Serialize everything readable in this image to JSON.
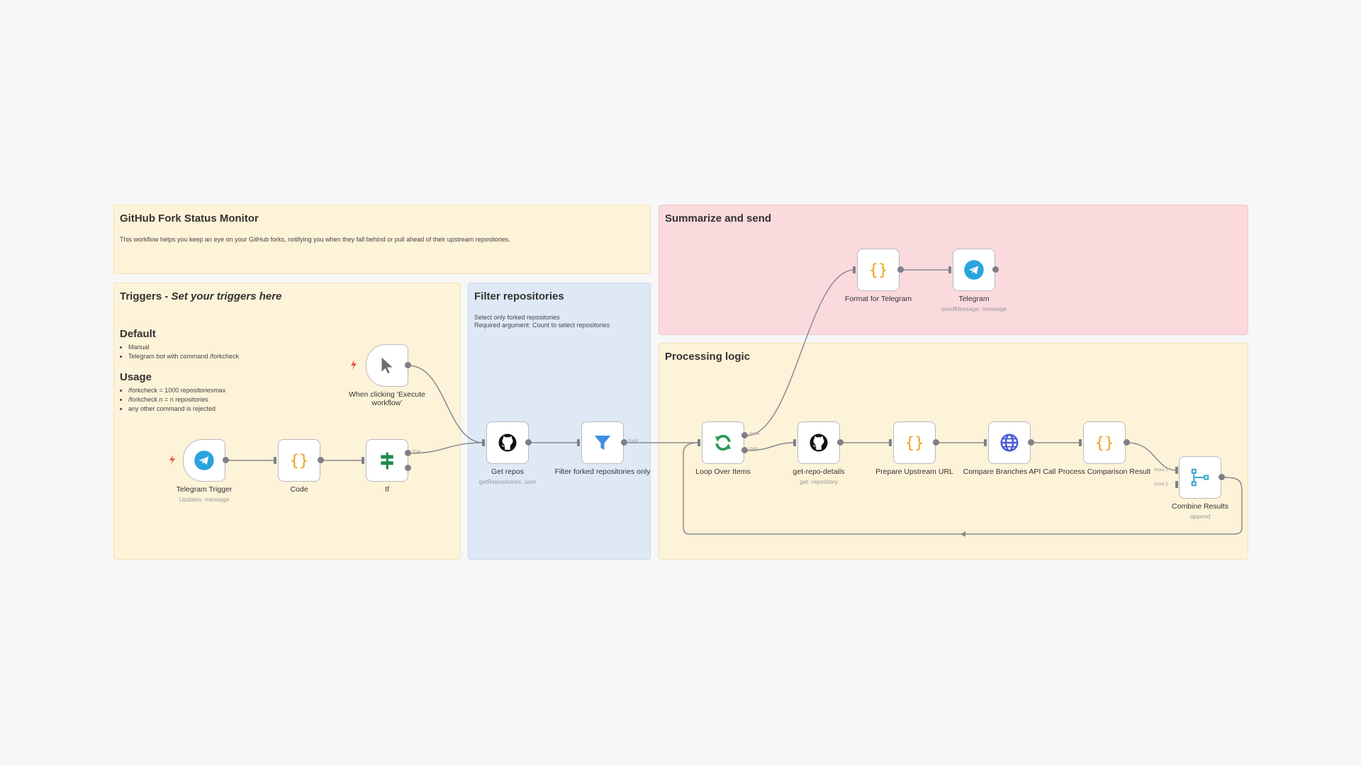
{
  "stickies": {
    "main": {
      "title": "GitHub Fork Status Monitor",
      "desc": "This workflow helps you keep an eye on your GitHub forks, notifying you when they fall behind or pull ahead of their upstream repositories."
    },
    "triggers": {
      "title_prefix": "Triggers - ",
      "title_em": "Set your triggers here",
      "default_heading": "Default",
      "default_items": [
        "Manual",
        "Telegram bot with command /forkcheck"
      ],
      "usage_heading": "Usage",
      "usage_items": [
        "/forkcheck = 1000 repositoriesmax",
        "/forkcheck n = n repositories",
        "any other command is rejected"
      ]
    },
    "filter": {
      "title": "Filter repositories",
      "line1": "Select only forked repositories",
      "line2": "Required argument: Count to select repositories"
    },
    "summarize": {
      "title": "Summarize and send"
    },
    "processing": {
      "title": "Processing logic"
    }
  },
  "nodes": {
    "manual_trigger": {
      "label": "When clicking ‘Execute workflow’",
      "icon": "cursor-icon"
    },
    "telegram_trigger": {
      "label": "Telegram Trigger",
      "sub": "Updates: message",
      "icon": "telegram-icon"
    },
    "code": {
      "label": "Code",
      "icon": "code-braces-icon"
    },
    "if": {
      "label": "If",
      "icon": "signpost-icon",
      "out_true": "true"
    },
    "get_repos": {
      "label": "Get repos",
      "sub": "getRepositories: user",
      "icon": "github-icon"
    },
    "filter_forked": {
      "label": "Filter forked repositories only",
      "icon": "filter-icon",
      "out_kept": "Kept"
    },
    "loop": {
      "label": "Loop Over Items",
      "icon": "loop-icon",
      "out_done": "done",
      "out_loop": "loop"
    },
    "get_repo_details": {
      "label": "get-repo-details",
      "sub": "get: repository",
      "icon": "github-icon"
    },
    "prepare_upstream": {
      "label": "Prepare Upstream URL",
      "icon": "code-braces-icon"
    },
    "compare_branches": {
      "label": "Compare Branches API Call",
      "icon": "globe-icon"
    },
    "process_comparison": {
      "label": "Process Comparison Result",
      "icon": "code-braces-icon"
    },
    "combine_results": {
      "label": "Combine Results",
      "sub": "append",
      "icon": "merge-icon",
      "in1": "Input 1",
      "in2": "Input 2"
    },
    "format_telegram": {
      "label": "Format for Telegram",
      "icon": "code-braces-icon"
    },
    "telegram": {
      "label": "Telegram",
      "sub": "sendMessage: message",
      "icon": "telegram-icon"
    }
  },
  "colors": {
    "sticky_yellow": "#fdf3d8",
    "sticky_blue": "#dfe9f6",
    "sticky_red": "#fbdade",
    "code_orange": "#f0a020",
    "telegram_blue": "#2aa3de",
    "if_green": "#1e8a4c",
    "loop_green": "#2a9a5a",
    "http_purple": "#4b5bd6",
    "wire_gray": "#8a8a90"
  }
}
